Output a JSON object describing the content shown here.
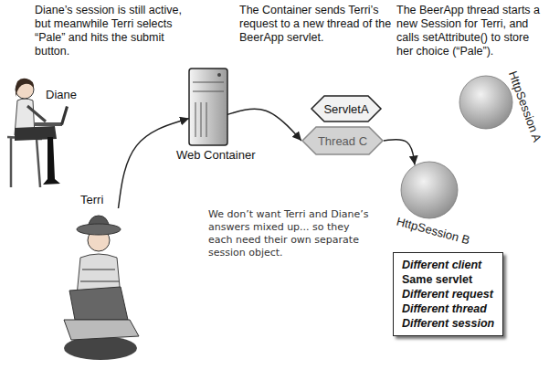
{
  "diagram": {
    "nodes": [
      {
        "text": [
          "Diane"
        ]
      },
      {
        "text": [
          "Web Container"
        ]
      },
      {
        "text": [
          "ServletA"
        ]
      },
      {
        "text": [
          "Thread C"
        ]
      },
      {
        "text": [
          "HttpSession A"
        ]
      },
      {
        "text": [
          "HttpSession B"
        ]
      },
      {
        "text": [
          "Terri"
        ]
      },
      {
        "text": [
          "Different client",
          "Same servlet",
          "Different request",
          "Different thread",
          "Different session"
        ]
      }
    ],
    "edges": [
      {
        "from": 6,
        "to": 1,
        "arrow": "to"
      },
      {
        "from": 1,
        "to": 3,
        "arrow": "to"
      },
      {
        "from": 3,
        "to": 5,
        "arrow": "to"
      }
    ],
    "labels": [
      "Diane’s session is still active, but meanwhile Terri selects “Pale” and hits the submit button.",
      "The Container sends Terri’s request to a new thread of the BeerApp servlet.",
      "The BeerApp thread starts a new Session for Terri, and calls setAttribute() to store her choice (“Pale”).",
      "We don’t want Terri and Diane’s answers mixed up... so they each need their own separate session object."
    ]
  }
}
